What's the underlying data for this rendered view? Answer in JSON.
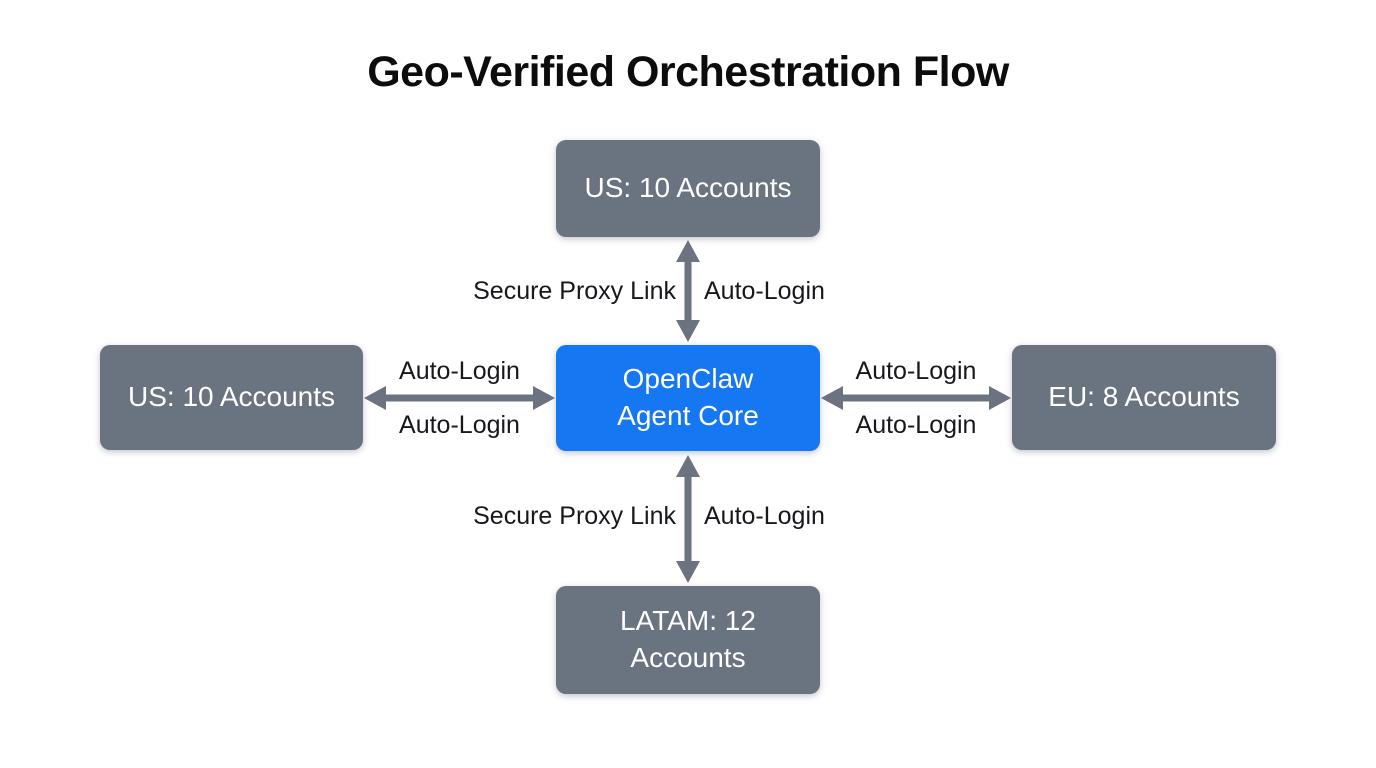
{
  "title": "Geo-Verified Orchestration Flow",
  "colors": {
    "background": "#ffffff",
    "node_fill": "#6a7380",
    "core_fill": "#1677f3",
    "node_text": "#ffffff",
    "arrow": "#6b7280",
    "label_text": "#16181c",
    "title_text": "#0c0c0c"
  },
  "nodes": {
    "top": {
      "label": "US: 10 Accounts"
    },
    "left": {
      "label": "US: 10 Accounts"
    },
    "right": {
      "label": "EU: 8 Accounts"
    },
    "bottom": {
      "label": "LATAM: 12 Accounts"
    },
    "core": {
      "line1": "OpenClaw",
      "line2": "Agent Core"
    }
  },
  "edges": {
    "core_top": {
      "left_label": "Secure Proxy Link",
      "right_label": "Auto-Login"
    },
    "core_bottom": {
      "left_label": "Secure Proxy Link",
      "right_label": "Auto-Login"
    },
    "core_left": {
      "top_label": "Auto-Login",
      "bottom_label": "Auto-Login"
    },
    "core_right": {
      "top_label": "Auto-Login",
      "bottom_label": "Auto-Login"
    }
  }
}
